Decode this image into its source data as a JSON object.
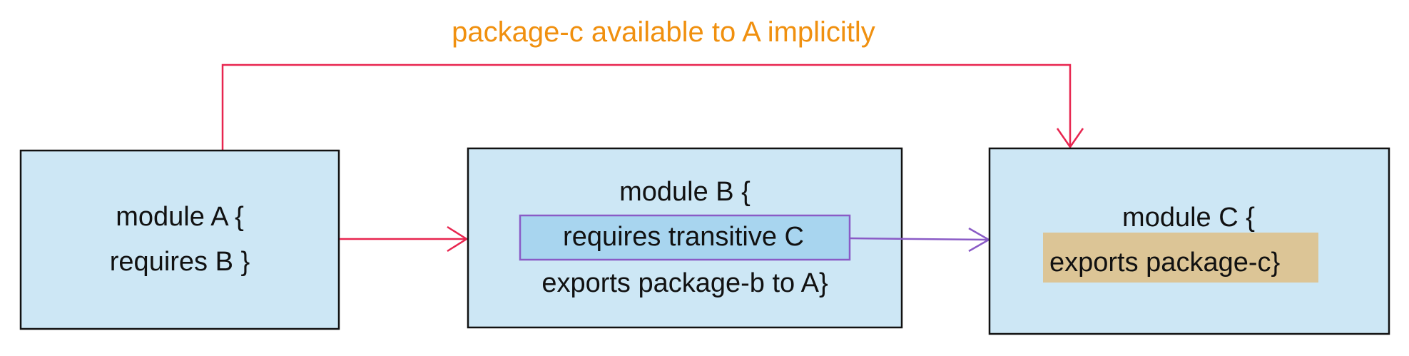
{
  "caption": "package-c available to A implicitly",
  "module_a": {
    "line1": "module A {",
    "line2": "requires B }"
  },
  "module_b": {
    "line1": "module B {",
    "line2": "requires transitive C",
    "line3": "exports package-b to A}"
  },
  "module_c": {
    "line1": "module C {",
    "line2_highlight": "exports package-c",
    "line2_rest": "}"
  },
  "colors": {
    "box_fill": "#cde7f5",
    "box_stroke": "#111111",
    "requires_arrow": "#e8254f",
    "transitive_arrow": "#8a5bc6",
    "transitive_box_fill": "#a8d5ef",
    "transitive_box_stroke": "#8a5bc6",
    "export_highlight": "#dcc596",
    "caption": "#f0900f"
  }
}
